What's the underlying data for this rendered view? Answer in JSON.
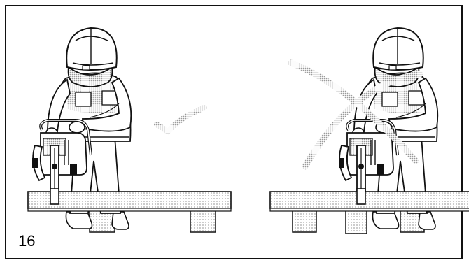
{
  "figure": {
    "number": "16"
  },
  "panels": [
    {
      "mark": "check-mark",
      "meaning": "correct"
    },
    {
      "mark": "cross-mark",
      "meaning": "incorrect"
    }
  ],
  "colors": {
    "line": "#111111",
    "screentone": "#b8b8b8",
    "background": "#ffffff"
  }
}
